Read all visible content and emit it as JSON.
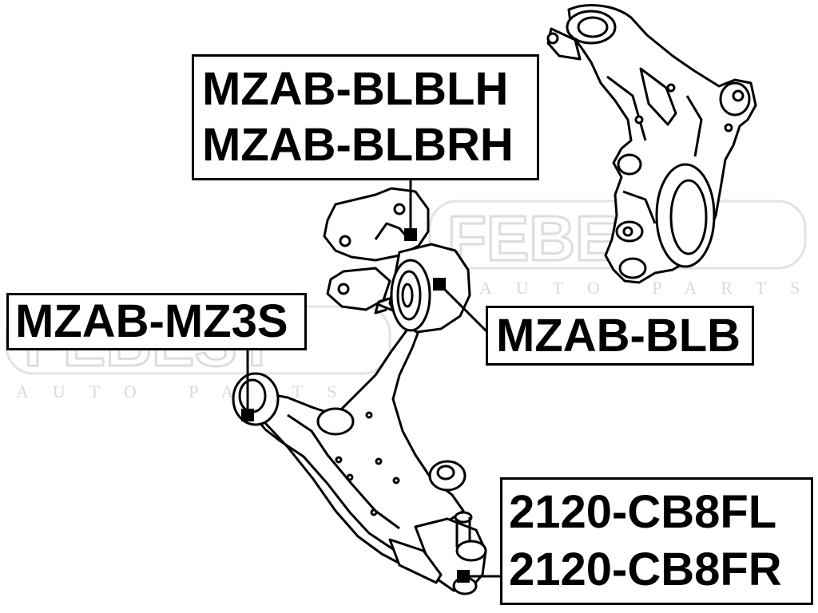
{
  "watermark": {
    "brand": "FEBEST",
    "tagline": "AUTO PARTS"
  },
  "callouts": {
    "blblh": {
      "line1": "MZAB-BLBLH",
      "line2": "MZAB-BLBRH"
    },
    "mz3s": {
      "line1": "MZAB-MZ3S"
    },
    "blb": {
      "line1": "MZAB-BLB"
    },
    "cb8": {
      "line1": "2120-CB8FL",
      "line2": "2120-CB8FR"
    }
  },
  "colors": {
    "ink": "#000000",
    "watermark": "#e6e6e6",
    "paper": "#ffffff"
  }
}
